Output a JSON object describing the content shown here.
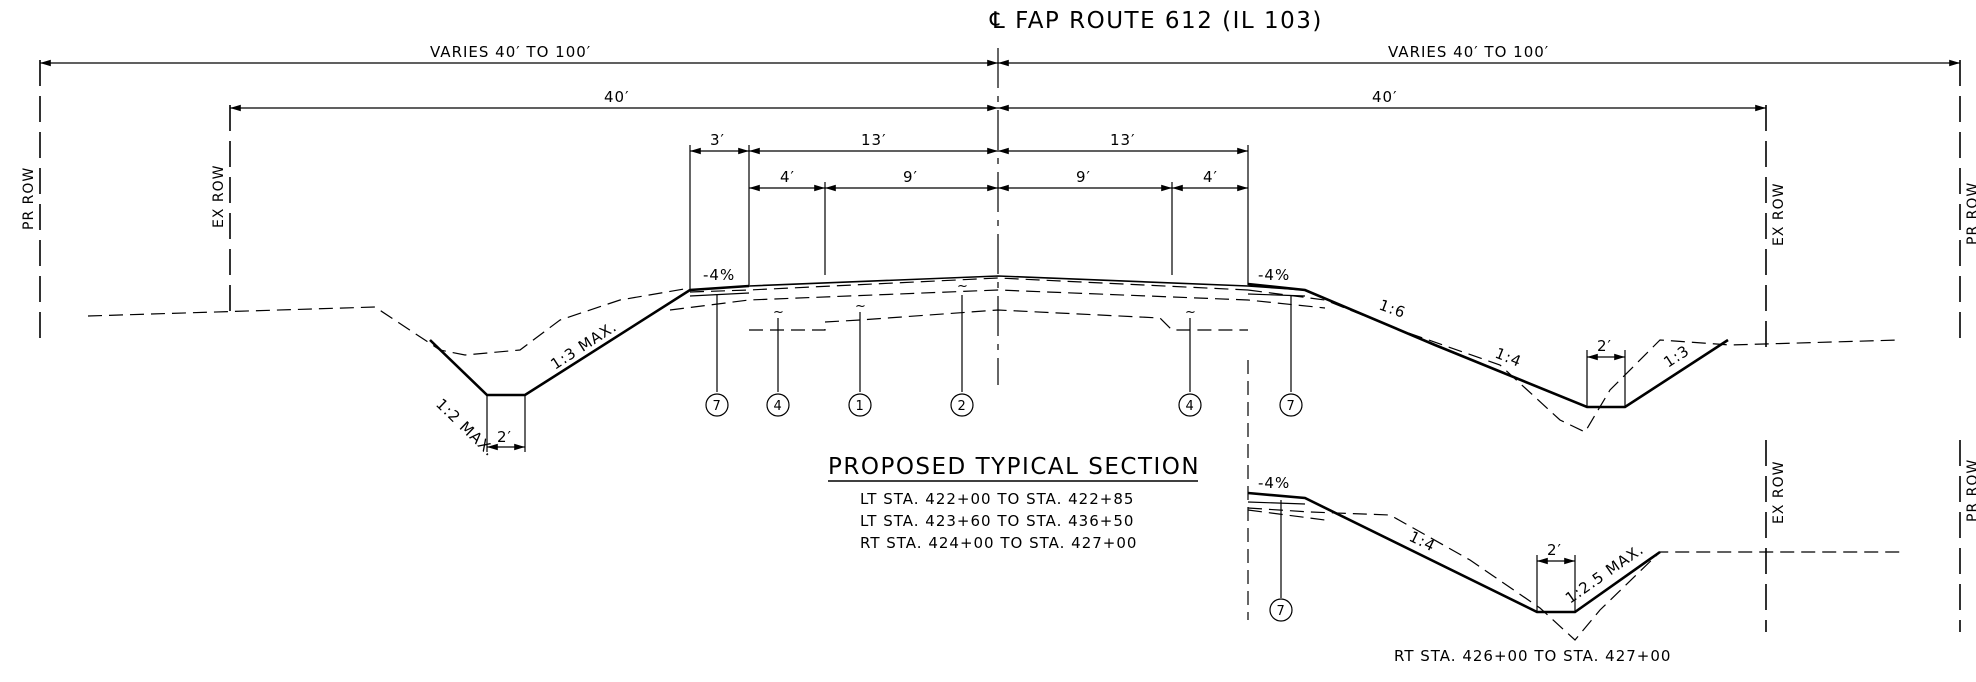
{
  "centerline_label": "℄ FAP ROUTE 612 (IL 103)",
  "dims": {
    "varies_left": "VARIES 40′ TO 100′",
    "varies_right": "VARIES 40′ TO 100′",
    "forty_left": "40′",
    "forty_right": "40′",
    "shoulder_left": "3′",
    "half_left": "13′",
    "half_right": "13′",
    "four_left": "4′",
    "nine_left": "9′",
    "nine_right": "9′",
    "four_right": "4′",
    "ditch_bottom_left": "2′",
    "ditch_bottom_right": "2′",
    "ditch_bottom_lower": "2′"
  },
  "row_labels": {
    "pr_row_left": "PR ROW",
    "ex_row_left": "EX ROW",
    "ex_row_right": "EX ROW",
    "pr_row_right": "PR ROW",
    "ex_row_lower": "EX ROW",
    "pr_row_lower": "PR ROW"
  },
  "slopes": {
    "left_fore": "1:2 MAX.",
    "left_back": "1:3 MAX.",
    "cross_left": "-4%",
    "cross_right": "-4%",
    "right_1": "1:6",
    "right_2": "1:4",
    "right_back": "1:3",
    "cross_lower": "-4%",
    "lower_fore": "1:4",
    "lower_back": "1:2.5 MAX."
  },
  "callouts": [
    "7",
    "4",
    "1",
    "2",
    "4",
    "7",
    "7"
  ],
  "section": {
    "title": "PROPOSED TYPICAL SECTION",
    "line1": "LT STA. 422+00 TO STA. 422+85",
    "line2": "LT STA. 423+60 TO STA. 436+50",
    "line3": "RT STA. 424+00 TO STA. 427+00",
    "lower_station": "RT STA. 426+00 TO STA. 427+00"
  }
}
